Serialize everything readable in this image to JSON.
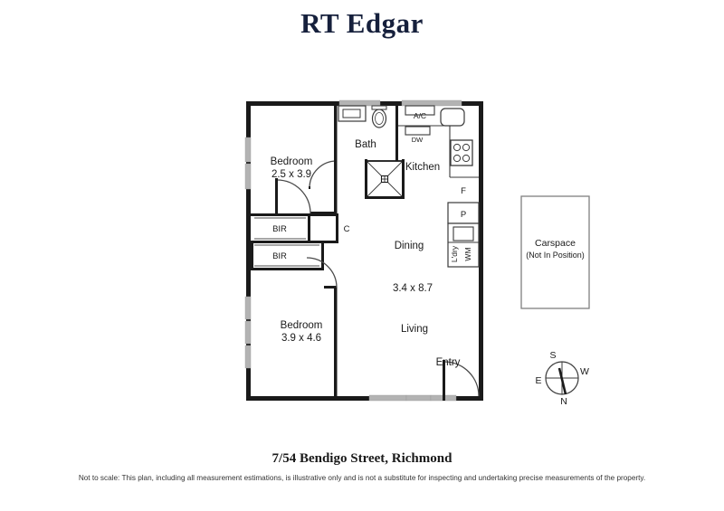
{
  "brand": {
    "logo_text": "RT Edgar"
  },
  "footer": {
    "address": "7/54 Bendigo Street, Richmond",
    "disclaimer": "Not to scale: This plan, including all measurement estimations, is illustrative only and is not a substitute for inspecting and undertaking precise measurements of the property."
  },
  "floorplan": {
    "rooms": [
      {
        "name": "Bedroom",
        "dimensions": "2.5 x 3.9"
      },
      {
        "name": "Bedroom",
        "dimensions": "3.9 x 4.6"
      },
      {
        "name": "Bath",
        "dimensions": ""
      },
      {
        "name": "Kitchen",
        "dimensions": ""
      },
      {
        "name": "Dining",
        "dimensions": ""
      },
      {
        "name": "Living",
        "dimensions": "3.4 x 8.7"
      },
      {
        "name": "Entry",
        "dimensions": ""
      }
    ],
    "labels": {
      "bedroom1_name": "Bedroom",
      "bedroom1_dim": "2.5 x 3.9",
      "bedroom2_name": "Bedroom",
      "bedroom2_dim": "3.9 x 4.6",
      "bath": "Bath",
      "kitchen": "Kitchen",
      "dining": "Dining",
      "living": "Living",
      "living_dim": "3.4 x 8.7",
      "entry": "Entry",
      "bir_upper": "BIR",
      "bir_lower": "BIR",
      "cupboard": "C",
      "air_conditioner": "A/C",
      "dishwasher": "DW",
      "fridge": "F",
      "pantry": "P",
      "laundry": "L'dry",
      "washing_machine": "WM"
    }
  },
  "carspace": {
    "title": "Carspace",
    "subtitle": "(Not In Position)"
  },
  "compass": {
    "top": "S",
    "bottom": "N",
    "left": "E",
    "right": "W"
  },
  "colors": {
    "brand_navy": "#16203c",
    "wall_black": "#1a1a1a",
    "window_gray": "#b3b3b3",
    "fixture_gray": "#666666",
    "carspace_border": "#808080"
  }
}
